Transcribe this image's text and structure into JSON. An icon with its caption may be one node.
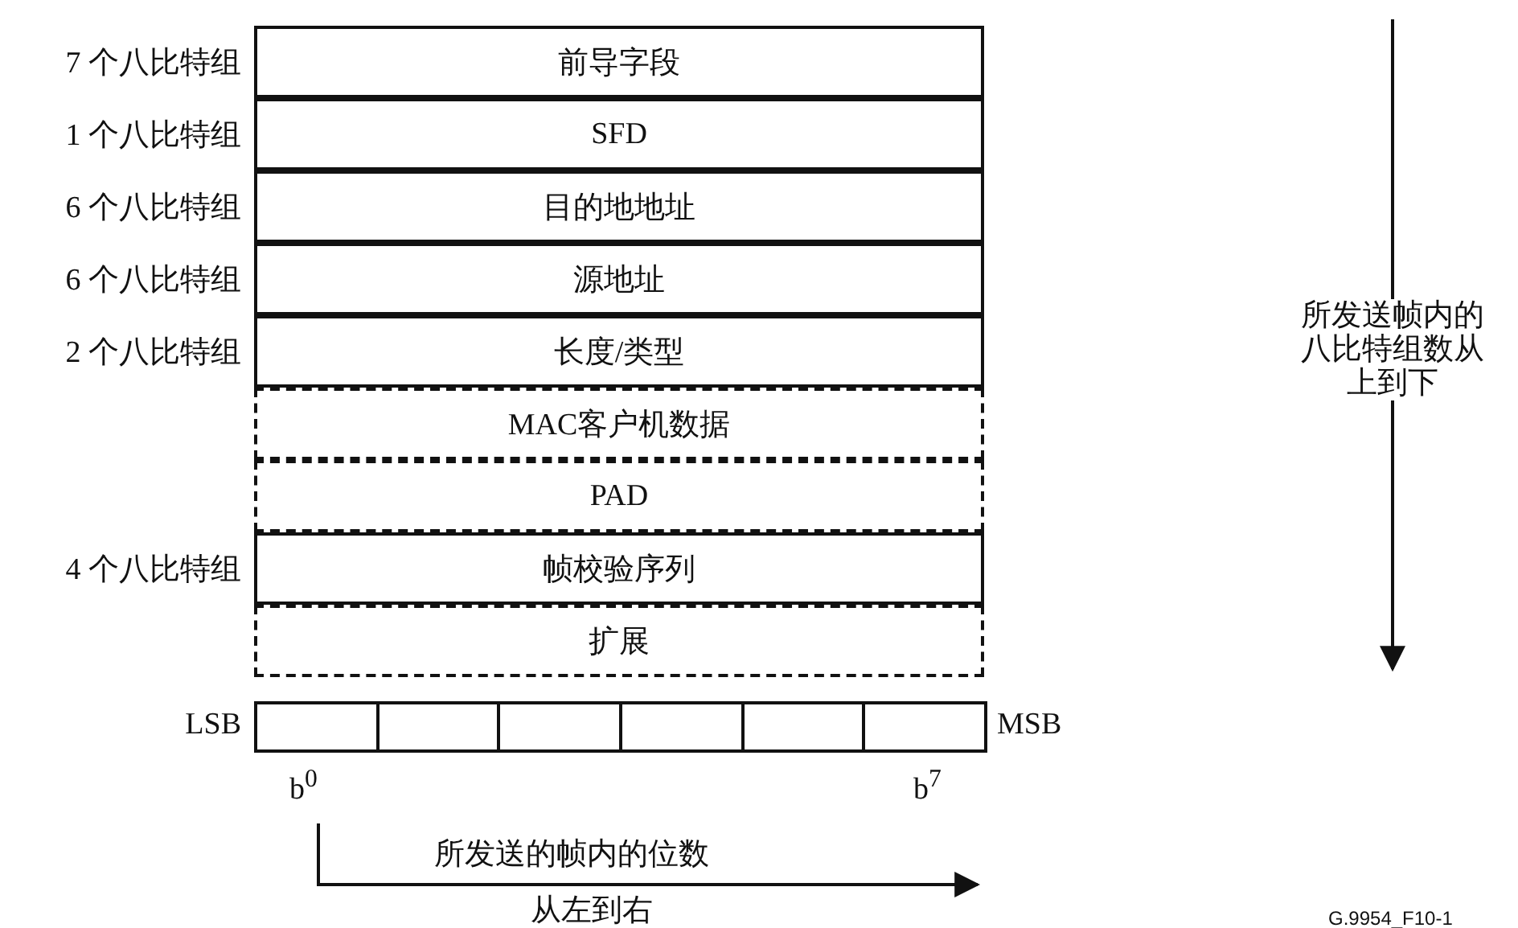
{
  "diagram": {
    "nodes": [
      {
        "text": [
          "前导字段"
        ],
        "beside": [
          "7 个八比特组"
        ]
      },
      {
        "text": [
          "SFD"
        ],
        "beside": [
          "1 个八比特组"
        ]
      },
      {
        "text": [
          "目的地地址"
        ],
        "beside": [
          "6 个八比特组"
        ]
      },
      {
        "text": [
          "源地址"
        ],
        "beside": [
          "6 个八比特组"
        ]
      },
      {
        "text": [
          "长度/类型"
        ],
        "beside": [
          "2 个八比特组"
        ]
      },
      {
        "text": [
          "MAC客户机数据"
        ]
      },
      {
        "text": [
          "PAD"
        ]
      },
      {
        "text": [
          "帧校验序列"
        ],
        "beside": [
          "4 个八比特组"
        ]
      },
      {
        "text": [
          "扩展"
        ]
      },
      {
        "text": [],
        "shape": "box"
      },
      {
        "text": [],
        "shape": "box"
      },
      {
        "text": [],
        "shape": "box"
      },
      {
        "text": [],
        "shape": "box"
      },
      {
        "text": [],
        "shape": "box"
      },
      {
        "text": [],
        "shape": "box"
      }
    ],
    "edges": [],
    "labels": [
      "LSB",
      "MSB",
      "b$^{0}$",
      "b$^{7}$",
      "所发送帧内的八比特组数从上到下",
      "所发送的帧内的位数",
      "从左到右",
      "G.9954_F10-1"
    ]
  }
}
